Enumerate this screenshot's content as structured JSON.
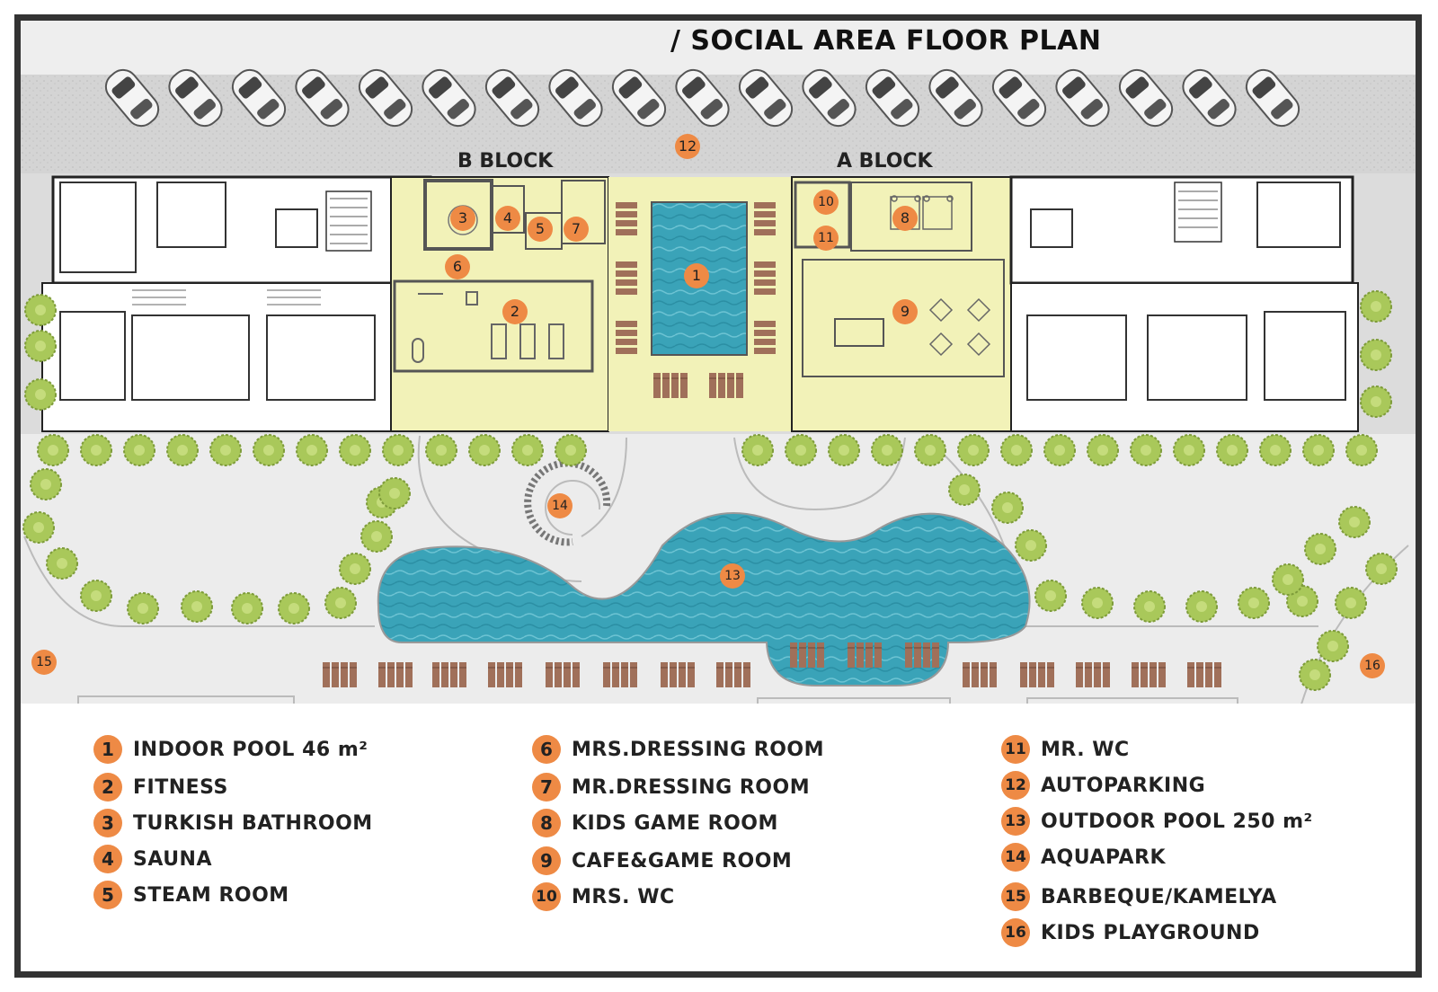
{
  "title": "/ SOCIAL AREA FLOOR PLAN",
  "blocks": {
    "b": "B BLOCK",
    "a": "A BLOCK"
  },
  "markers": [
    "1",
    "2",
    "3",
    "4",
    "5",
    "6",
    "7",
    "8",
    "9",
    "10",
    "11",
    "12",
    "13",
    "14",
    "15",
    "16"
  ],
  "legend": [
    {
      "num": "1",
      "label": "INDOOR POOL 46 m²"
    },
    {
      "num": "2",
      "label": "FITNESS"
    },
    {
      "num": "3",
      "label": "TURKISH BATHROOM"
    },
    {
      "num": "4",
      "label": "SAUNA"
    },
    {
      "num": "5",
      "label": "STEAM ROOM"
    },
    {
      "num": "6",
      "label": "MRS.DRESSING ROOM"
    },
    {
      "num": "7",
      "label": "MR.DRESSING ROOM"
    },
    {
      "num": "8",
      "label": "KIDS GAME ROOM"
    },
    {
      "num": "9",
      "label": "CAFE&GAME ROOM"
    },
    {
      "num": "10",
      "label": "MRS. WC"
    },
    {
      "num": "11",
      "label": "MR. WC"
    },
    {
      "num": "12",
      "label": "AUTOPARKING"
    },
    {
      "num": "13",
      "label": "OUTDOOR POOL 250 m²"
    },
    {
      "num": "14",
      "label": "AQUAPARK"
    },
    {
      "num": "15",
      "label": "BARBEQUE/KAMELYA"
    },
    {
      "num": "16",
      "label": "KIDS PLAYGROUND"
    }
  ],
  "colors": {
    "social_area": "#f2f2b8",
    "pool": "#3fa8bd",
    "marker": "#ee8a45",
    "tree": "#9bbf4a",
    "parking": "#cfcfcf"
  }
}
